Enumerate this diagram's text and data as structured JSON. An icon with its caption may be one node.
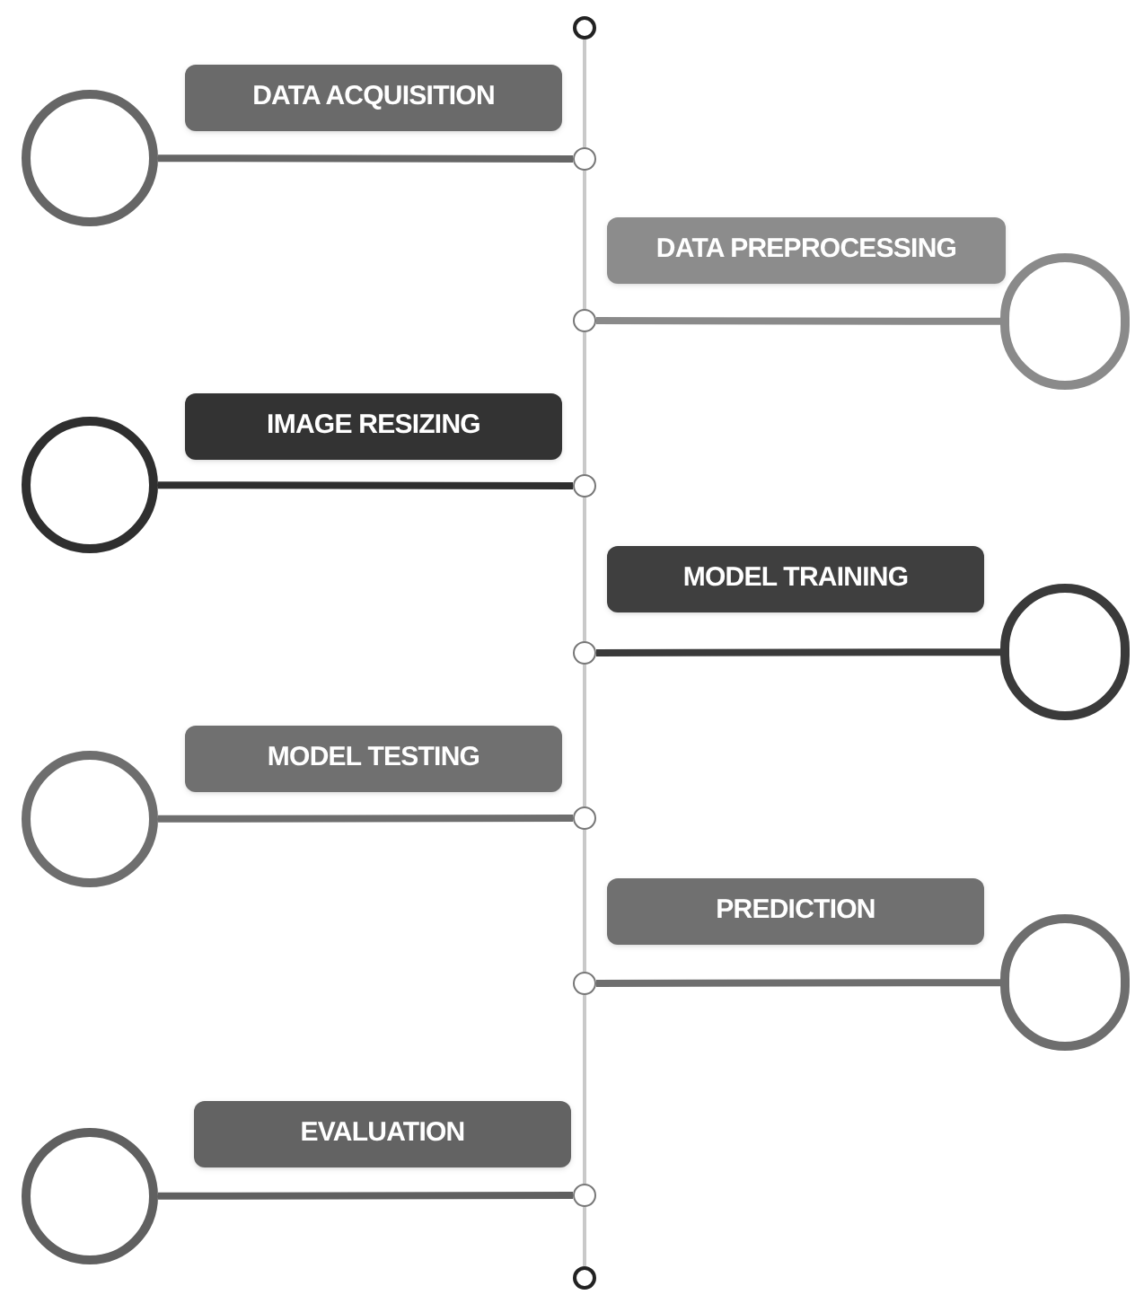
{
  "diagram": {
    "nodes": [
      {
        "text": [],
        "shape": "circle"
      },
      {
        "text": [
          "DATA ACQUISITION"
        ]
      },
      {
        "text": [],
        "shape": "circle"
      },
      {
        "text": [],
        "shape": "circle"
      },
      {
        "text": [
          "DATA PREPROCESSING"
        ]
      },
      {
        "text": [],
        "shape": "circle"
      },
      {
        "text": [],
        "shape": "circle"
      },
      {
        "text": [
          "IMAGE RESIZING"
        ]
      },
      {
        "text": [],
        "shape": "circle"
      },
      {
        "text": [],
        "shape": "circle"
      },
      {
        "text": [
          "MODEL TRAINING"
        ]
      },
      {
        "text": [],
        "shape": "circle"
      },
      {
        "text": [],
        "shape": "circle"
      },
      {
        "text": [
          "MODEL TESTING"
        ]
      },
      {
        "text": [],
        "shape": "circle"
      },
      {
        "text": [],
        "shape": "circle"
      },
      {
        "text": [
          "PREDICTION"
        ]
      },
      {
        "text": [],
        "shape": "circle"
      },
      {
        "text": [],
        "shape": "circle"
      },
      {
        "text": [
          "EVALUATION"
        ]
      },
      {
        "text": [],
        "shape": "circle"
      },
      {
        "text": [],
        "shape": "circle"
      },
      {
        "text": [],
        "shape": "circle"
      }
    ],
    "edges": [
      {
        "from": 2,
        "to": 3,
        "arrow": "none",
        "style": "thick",
        "color": "#666666"
      },
      {
        "from": 5,
        "to": 6,
        "arrow": "none",
        "style": "thick",
        "color": "#8a8a8a"
      },
      {
        "from": 8,
        "to": 9,
        "arrow": "none",
        "style": "thick",
        "color": "#2f2f2f"
      },
      {
        "from": 11,
        "to": 12,
        "arrow": "none",
        "style": "thick",
        "color": "#3a3a3a"
      },
      {
        "from": 14,
        "to": 15,
        "arrow": "none",
        "style": "thick",
        "color": "#6e6e6e"
      },
      {
        "from": 17,
        "to": 18,
        "arrow": "none",
        "style": "thick",
        "color": "#6e6e6e"
      },
      {
        "from": 20,
        "to": 21,
        "arrow": "none",
        "style": "thick",
        "color": "#606060"
      },
      {
        "from": 0,
        "to": 3,
        "arrow": "none"
      },
      {
        "from": 3,
        "to": 6,
        "arrow": "none"
      },
      {
        "from": 6,
        "to": 9,
        "arrow": "none"
      },
      {
        "from": 9,
        "to": 12,
        "arrow": "none"
      },
      {
        "from": 12,
        "to": 15,
        "arrow": "none"
      },
      {
        "from": 15,
        "to": 18,
        "arrow": "none"
      },
      {
        "from": 18,
        "to": 21,
        "arrow": "none"
      },
      {
        "from": 21,
        "to": 22,
        "arrow": "none"
      }
    ]
  }
}
